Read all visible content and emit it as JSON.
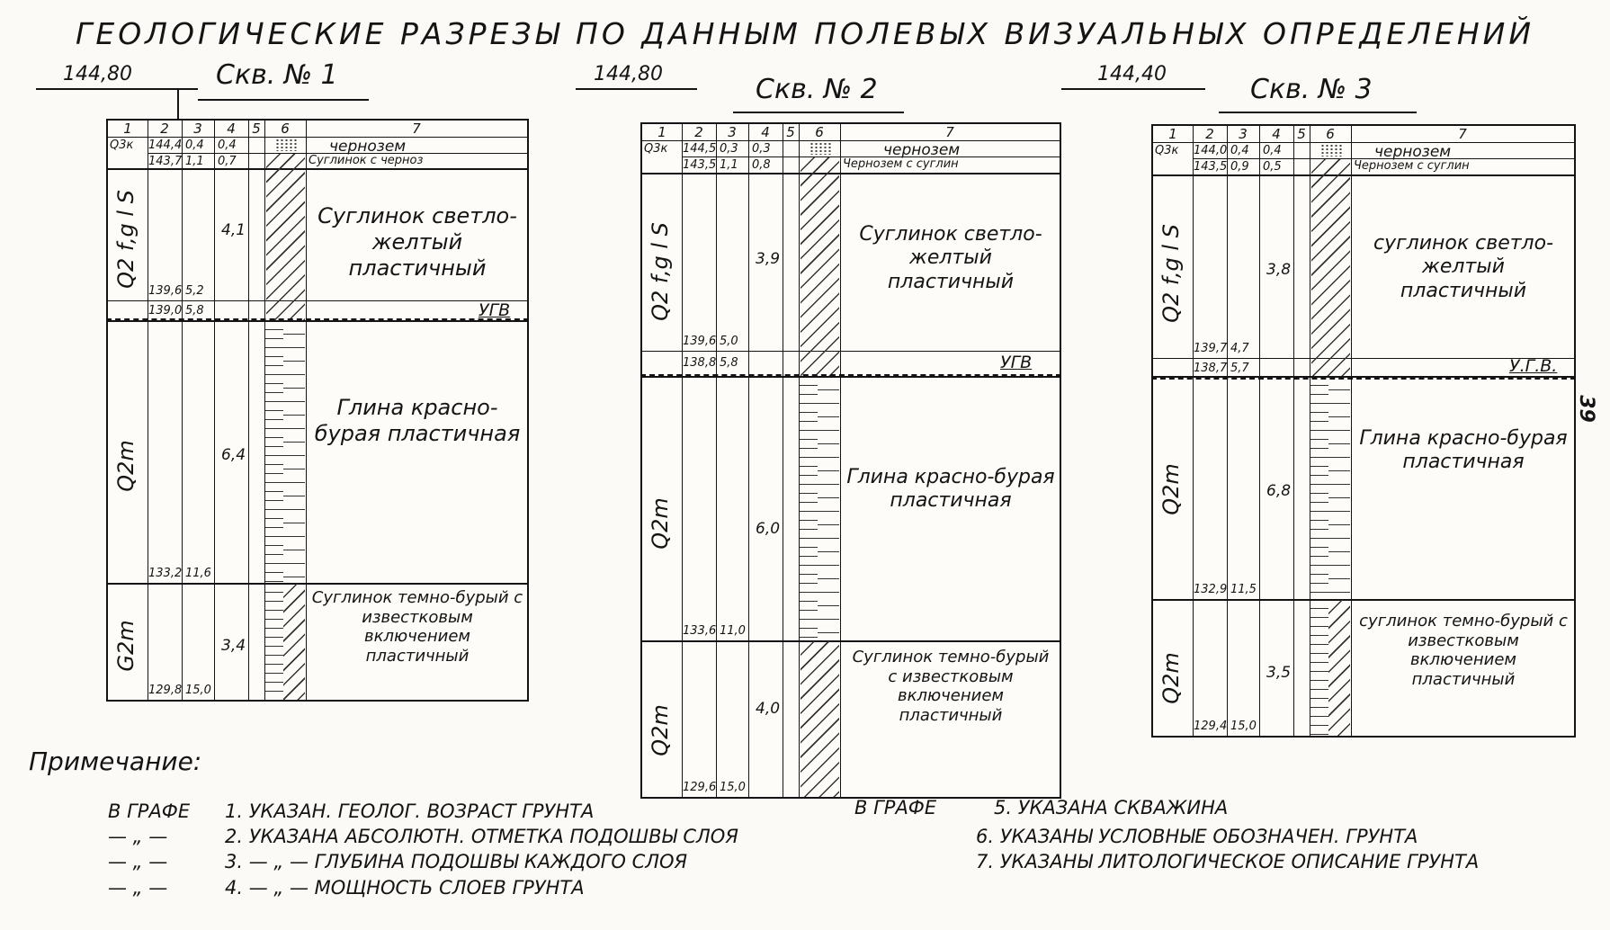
{
  "title": "ГЕОЛОГИЧЕСКИЕ РАЗРЕЗЫ ПО ДАННЫМ ПОЛЕВЫХ ВИЗУАЛЬНЫХ ОПРЕДЕЛЕНИЙ",
  "page_number": "39",
  "header_cols": [
    "1",
    "2",
    "3",
    "4",
    "5",
    "6",
    "7"
  ],
  "wells": [
    {
      "name": "Скв. № 1",
      "elevation": "144,80",
      "layers": [
        {
          "age": "Q3к",
          "abs": "144,4",
          "depth": "0,4",
          "thick": "0,4",
          "desc": "чернозем"
        },
        {
          "age": "",
          "abs": "143,7",
          "depth": "1,1",
          "thick": "0,7",
          "desc": "Суглинок с черноз"
        },
        {
          "age": "Q2 f,g l S",
          "abs": "139,6",
          "depth": "5,2",
          "thick": "4,1",
          "desc": "Суглинок светло-желтый пластичный"
        },
        {
          "age": "Q2m",
          "abs": "133,2",
          "depth": "11,6",
          "thick": "6,4",
          "desc": "Глина красно-бурая пластичная"
        },
        {
          "age": "G2m",
          "abs": "129,8",
          "depth": "15,0",
          "thick": "3,4",
          "desc": "Суглинок темно-бурый с известковым включением пластичный"
        }
      ],
      "ugv": {
        "abs": "139,0",
        "depth": "5,8",
        "label": "УГВ"
      }
    },
    {
      "name": "Скв. № 2",
      "elevation": "144,80",
      "layers": [
        {
          "age": "Q3к",
          "abs": "144,5",
          "depth": "0,3",
          "thick": "0,3",
          "desc": "чернозем"
        },
        {
          "age": "",
          "abs": "143,5",
          "depth": "1,1",
          "thick": "0,8",
          "desc": "Чернозем с суглин"
        },
        {
          "age": "Q2 f,g l S",
          "abs": "139,6",
          "depth": "5,0",
          "thick": "3,9",
          "desc": "Суглинок светло-желтый пластичный"
        },
        {
          "age": "Q2m",
          "abs": "133,6",
          "depth": "11,0",
          "thick": "6,0",
          "desc": "Глина красно-бурая пластичная"
        },
        {
          "age": "Q2m",
          "abs": "129,6",
          "depth": "15,0",
          "thick": "4,0",
          "desc": "Суглинок темно-бурый с известковым включением пластичный"
        }
      ],
      "ugv": {
        "abs": "138,8",
        "depth": "5,8",
        "label": "УГВ"
      }
    },
    {
      "name": "Скв. № 3",
      "elevation": "144,40",
      "layers": [
        {
          "age": "Q3к",
          "abs": "144,0",
          "depth": "0,4",
          "thick": "0,4",
          "desc": "чернозем"
        },
        {
          "age": "",
          "abs": "143,5",
          "depth": "0,9",
          "thick": "0,5",
          "desc": "Чернозем с суглин"
        },
        {
          "age": "Q2 f,g l S",
          "abs": "139,7",
          "depth": "4,7",
          "thick": "3,8",
          "desc": "суглинок светло-желтый пластичный"
        },
        {
          "age": "Q2m",
          "abs": "132,9",
          "depth": "11,5",
          "thick": "6,8",
          "desc": "Глина красно-бурая пластичная"
        },
        {
          "age": "Q2m",
          "abs": "129,4",
          "depth": "15,0",
          "thick": "3,5",
          "desc": "суглинок темно-бурый с известковым включением пластичный"
        }
      ],
      "ugv": {
        "abs": "138,7",
        "depth": "5,7",
        "label": "У.Г.В."
      }
    }
  ],
  "notes": {
    "title": "Примечание:",
    "prefix": "В ГРАФЕ",
    "ditto": "— „ —",
    "left": [
      "1. УКАЗАН. ГЕОЛОГ. ВОЗРАСТ ГРУНТА",
      "2. УКАЗАНА АБСОЛЮТН. ОТМЕТКА ПОДОШВЫ СЛОЯ",
      "3. — „ — ГЛУБИНА ПОДОШВЫ КАЖДОГО СЛОЯ",
      "4. — „ — МОЩНОСТЬ СЛОЕВ ГРУНТА"
    ],
    "right": [
      "5. УКАЗАНА СКВАЖИНА",
      "6. УКАЗАНЫ УСЛОВНЫЕ ОБОЗНАЧЕН. ГРУНТА",
      "7. УКАЗАНЫ ЛИТОЛОГИЧЕСКОЕ ОПИСАНИЕ ГРУНТА"
    ]
  }
}
